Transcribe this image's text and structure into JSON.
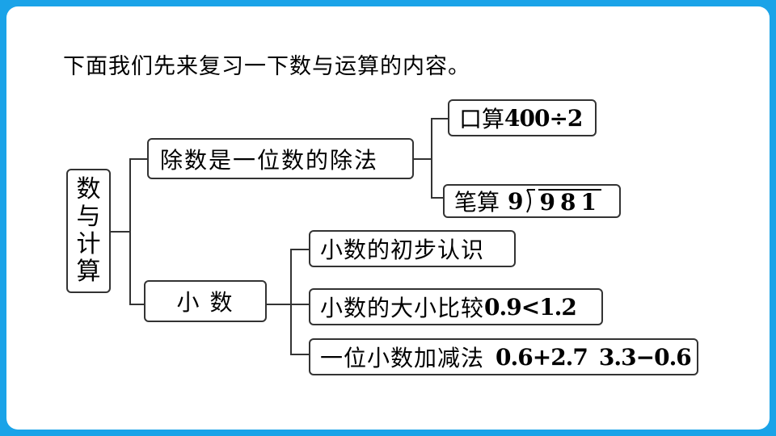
{
  "intro": "下面我们先来复习一下数与运算的内容。",
  "root": {
    "label_chars": [
      "数",
      "与",
      "计",
      "算"
    ]
  },
  "division": {
    "label": "除数是一位数的除法",
    "oral": {
      "label": "口算",
      "expression": "400÷2"
    },
    "written": {
      "label": "笔算",
      "divisor": "9",
      "dividend": "981"
    }
  },
  "decimals": {
    "label": "小 数",
    "intro": {
      "label": "小数的初步认识"
    },
    "compare": {
      "label": "小数的大小比较",
      "expression": "0.9<1.2"
    },
    "addsub": {
      "label": "一位小数加减法",
      "expression1": "0.6+2.7",
      "expression2": "3.3−0.6"
    }
  },
  "colors": {
    "frame": "#1aa3e8",
    "line": "#333333"
  }
}
